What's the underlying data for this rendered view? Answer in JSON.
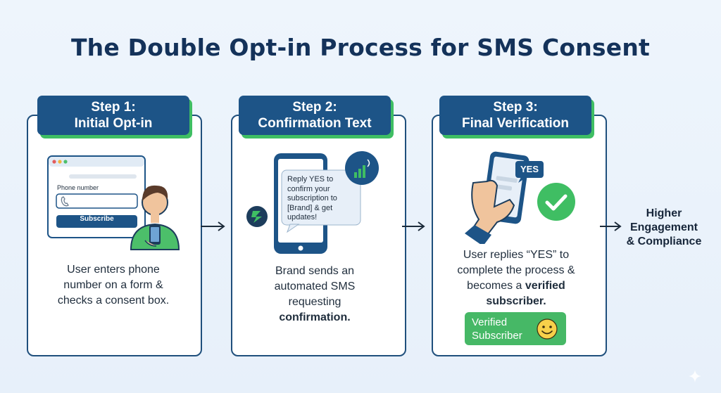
{
  "title": "The Double Opt-in Process for SMS Consent",
  "steps": [
    {
      "number": "Step 1:",
      "name": "Initial Opt-in",
      "illustration": {
        "field_label": "Phone number",
        "button_label": "Subscribe",
        "icons": [
          "browser-window-icon",
          "phone-handset-icon",
          "user-with-phone-icon"
        ]
      },
      "caption": [
        "User enters phone",
        "number on a form &",
        "checks a consent box."
      ]
    },
    {
      "number": "Step 2:",
      "name": "Confirmation Text",
      "illustration": {
        "sms_lines": [
          "Reply YES to",
          "confirm your",
          "subscription to",
          "[Brand] & get",
          "updates!"
        ],
        "icons": [
          "smartphone-icon",
          "brand-logo-icon",
          "signal-icon"
        ]
      },
      "caption": [
        "Brand sends an",
        "automated SMS",
        "requesting",
        "confirmation."
      ]
    },
    {
      "number": "Step 3:",
      "name": "Final Verification",
      "illustration": {
        "reply_bubble": "YES",
        "icons": [
          "hand-holding-phone-icon",
          "check-circle-icon"
        ]
      },
      "caption_parts": [
        "User replies “YES” to",
        "complete the process &",
        "becomes a ",
        "verified",
        "subscriber."
      ],
      "badge_lines": [
        "Verified",
        "Subscriber"
      ]
    }
  ],
  "result_lines": [
    "Higher",
    "Engagement",
    "& Compliance"
  ],
  "colors": {
    "navy": "#1d5487",
    "green": "#3fbe63",
    "title": "#14325a",
    "background": "#e9f2fb"
  }
}
